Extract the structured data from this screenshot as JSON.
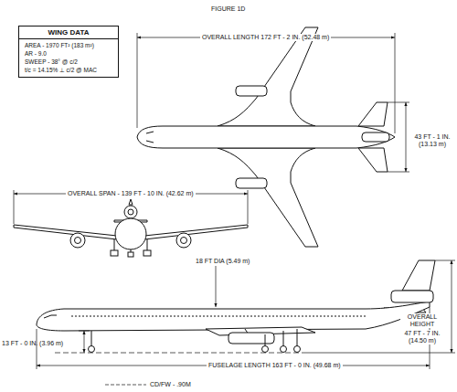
{
  "diagram": {
    "nodes": [
      {
        "text": [
          "WING DATA",
          "AREA - 1970 FT² (183 m²)",
          "AR - 9.0",
          "SWEEP - 38° @ c/2",
          "t/c = 14.15% ⊥ c/2 @ MAC"
        ]
      }
    ],
    "labels": [
      "FIGURE 1D",
      "OVERALL LENGTH 172 FT - 2 IN. (52.48 m)",
      "43 FT - 1 IN. (13.13 m)",
      "OVERALL SPAN - 139 FT - 10 IN. (42.62 m)",
      "18 FT DIA (5.49 m)",
      "13 FT - 0 IN. (3.96 m)",
      "OVERALL HEIGHT",
      "47 FT - 7 IN. (14.50 m)",
      "FUSELAGE LENGTH 163 FT - 0 IN. (49.68 m)",
      "CD/FW - .90M"
    ]
  }
}
